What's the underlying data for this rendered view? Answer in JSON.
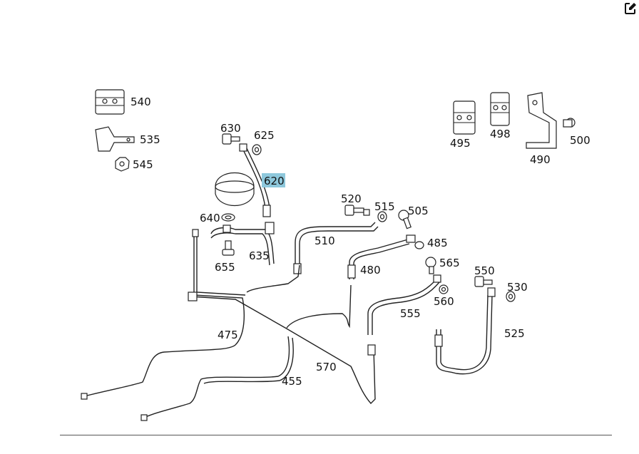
{
  "toolbar": {
    "edit_icon": "edit-icon"
  },
  "diagram": {
    "highlight_color": "#8ec8dc",
    "callouts": [
      {
        "id": "540",
        "text": "540",
        "highlighted": false
      },
      {
        "id": "535",
        "text": "535",
        "highlighted": false
      },
      {
        "id": "545",
        "text": "545",
        "highlighted": false
      },
      {
        "id": "630",
        "text": "630",
        "highlighted": false
      },
      {
        "id": "625",
        "text": "625",
        "highlighted": false
      },
      {
        "id": "620",
        "text": "620",
        "highlighted": true
      },
      {
        "id": "640",
        "text": "640",
        "highlighted": false
      },
      {
        "id": "655",
        "text": "655",
        "highlighted": false
      },
      {
        "id": "635",
        "text": "635",
        "highlighted": false
      },
      {
        "id": "520",
        "text": "520",
        "highlighted": false
      },
      {
        "id": "515",
        "text": "515",
        "highlighted": false
      },
      {
        "id": "505",
        "text": "505",
        "highlighted": false
      },
      {
        "id": "510",
        "text": "510",
        "highlighted": false
      },
      {
        "id": "485",
        "text": "485",
        "highlighted": false
      },
      {
        "id": "480",
        "text": "480",
        "highlighted": false
      },
      {
        "id": "565",
        "text": "565",
        "highlighted": false
      },
      {
        "id": "560",
        "text": "560",
        "highlighted": false
      },
      {
        "id": "555",
        "text": "555",
        "highlighted": false
      },
      {
        "id": "550",
        "text": "550",
        "highlighted": false
      },
      {
        "id": "530",
        "text": "530",
        "highlighted": false
      },
      {
        "id": "525",
        "text": "525",
        "highlighted": false
      },
      {
        "id": "495",
        "text": "495",
        "highlighted": false
      },
      {
        "id": "498",
        "text": "498",
        "highlighted": false
      },
      {
        "id": "490",
        "text": "490",
        "highlighted": false
      },
      {
        "id": "500",
        "text": "500",
        "highlighted": false
      },
      {
        "id": "475",
        "text": "475",
        "highlighted": false
      },
      {
        "id": "455",
        "text": "455",
        "highlighted": false
      },
      {
        "id": "570",
        "text": "570",
        "highlighted": false
      }
    ]
  }
}
